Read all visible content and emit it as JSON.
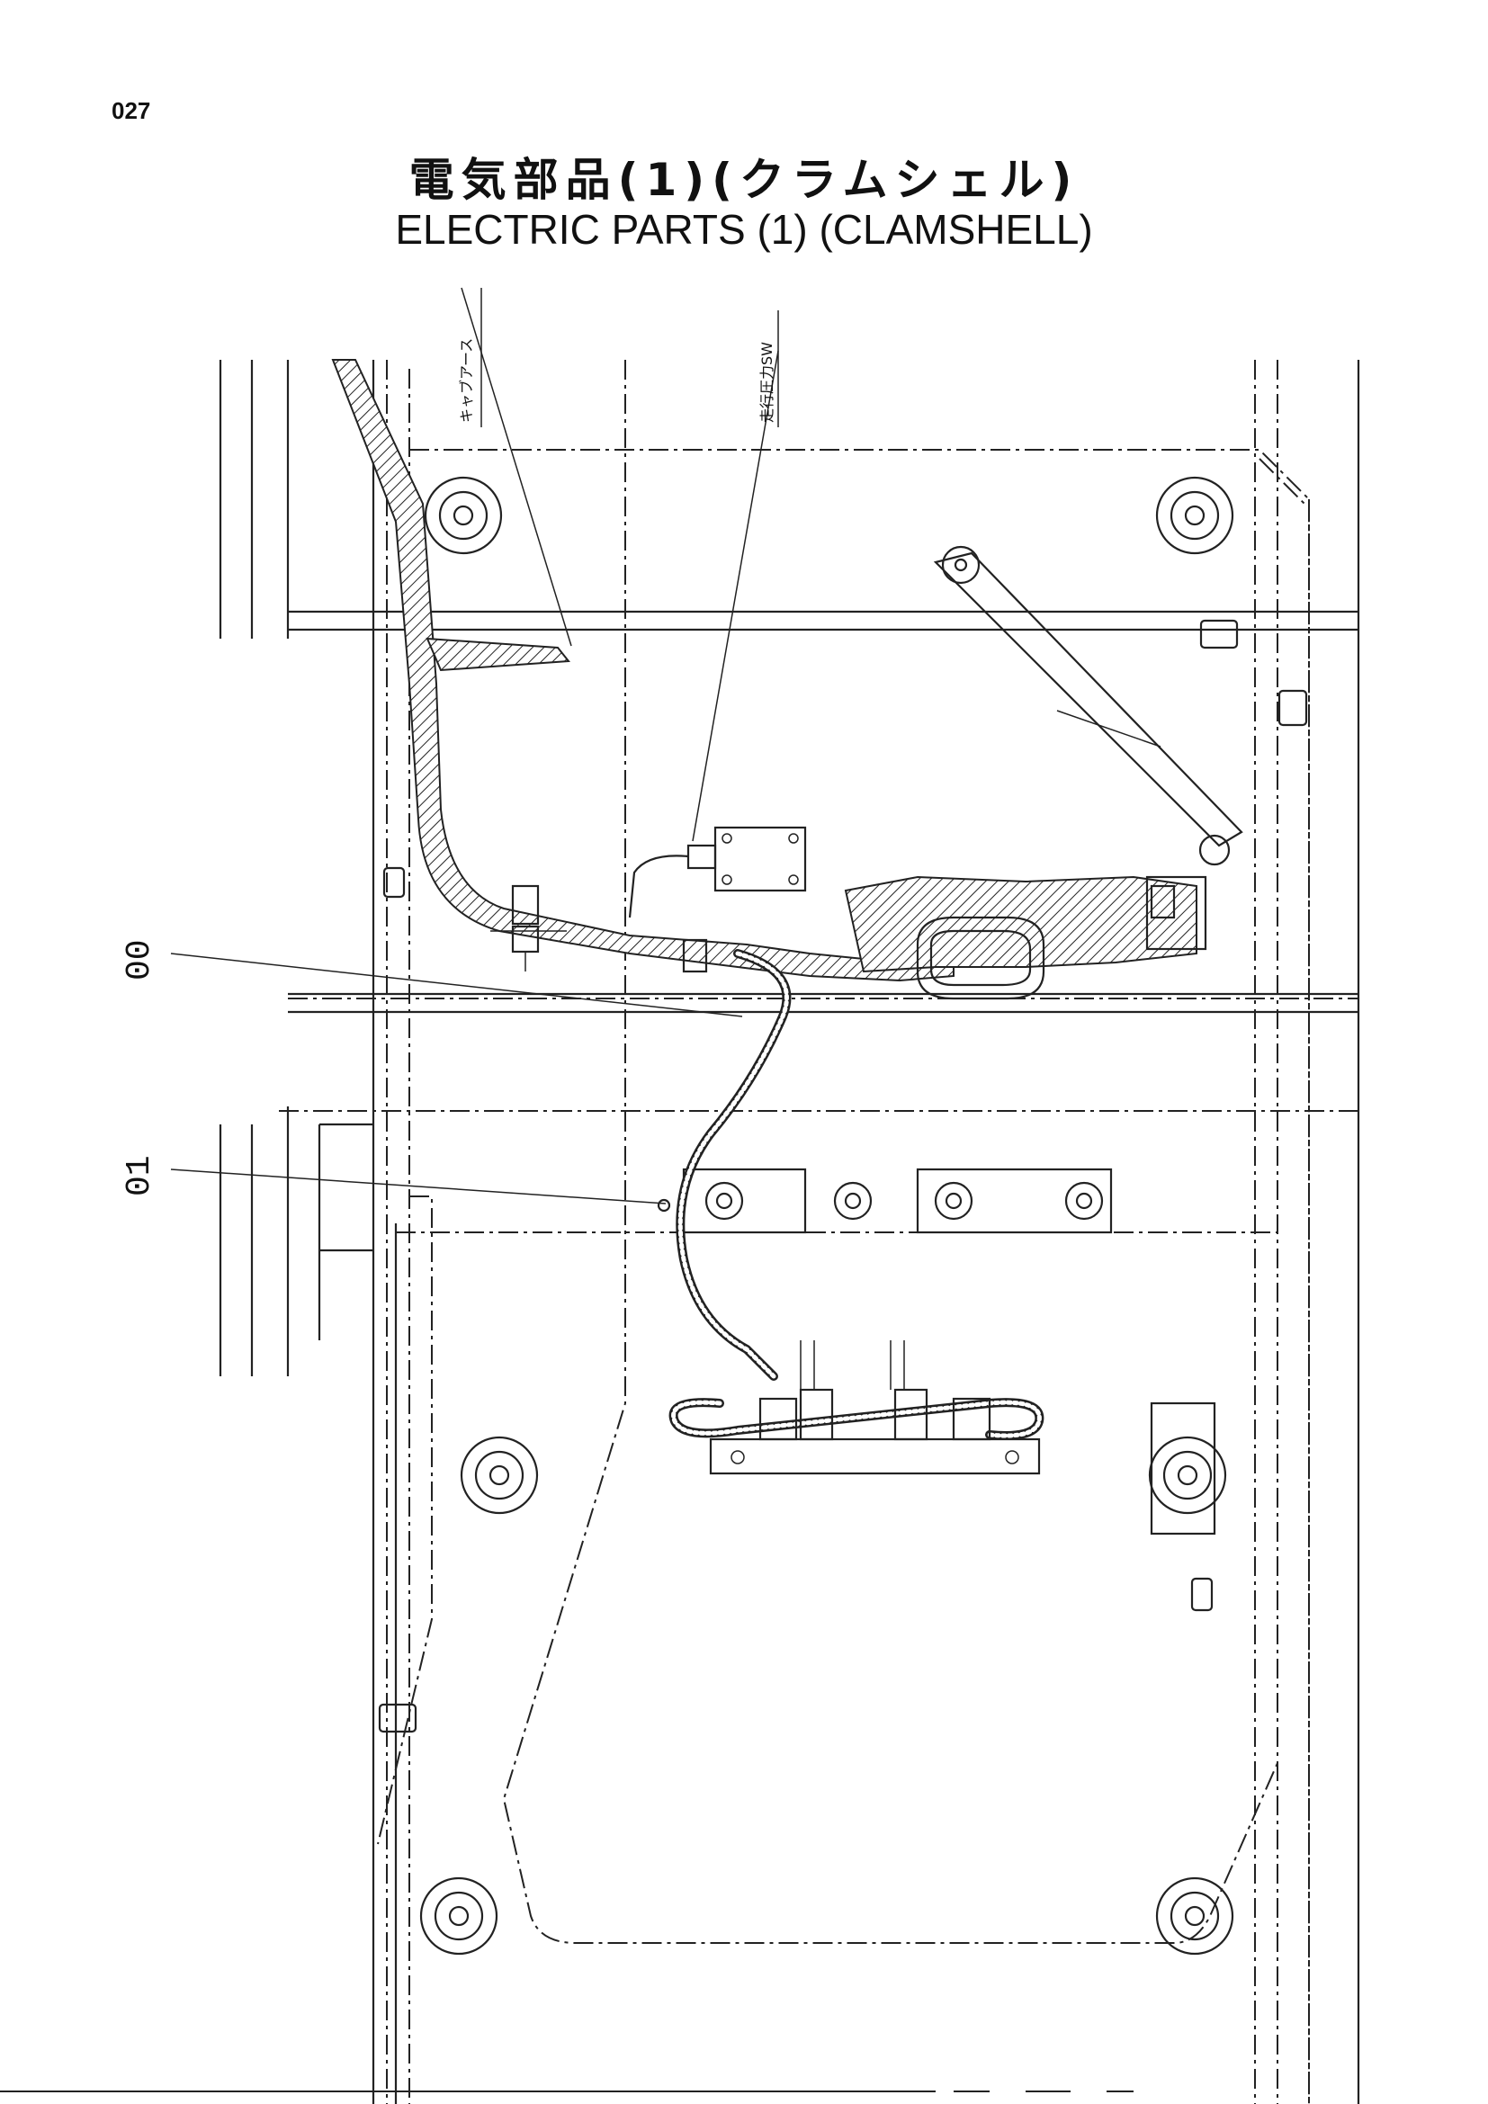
{
  "page": {
    "number": "027",
    "title_jp": "電気部品(1)(クラムシェル)",
    "title_en": "ELECTRIC PARTS (1) (CLAMSHELL)"
  },
  "diagram": {
    "labels": {
      "cab_earth": "キャブアース",
      "travel_pressure_sw": "走行圧力SW"
    },
    "callouts": [
      {
        "id": "00"
      },
      {
        "id": "01"
      }
    ]
  }
}
